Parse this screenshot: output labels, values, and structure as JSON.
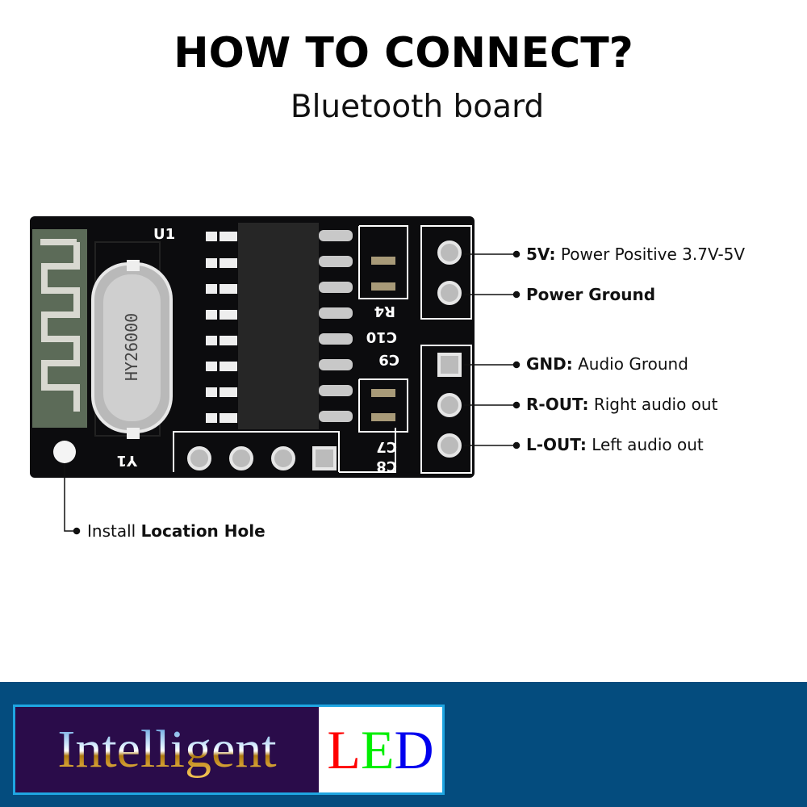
{
  "header": {
    "title": "HOW TO CONNECT?",
    "subtitle": "Bluetooth board"
  },
  "callouts": [
    {
      "bold": "5V:",
      "text": " Power Positive 3.7V-5V"
    },
    {
      "bold": "Power Ground",
      "text": ""
    },
    {
      "bold": "GND:",
      "text": " Audio Ground"
    },
    {
      "bold": "R-OUT:",
      "text": " Right audio out"
    },
    {
      "bold": "L-OUT:",
      "text": " Left audio out"
    }
  ],
  "install": {
    "prefix": "Install ",
    "bold": "Location Hole"
  },
  "board_markings": {
    "u1": "U1",
    "y1": "Y1",
    "crystal": "HY26000",
    "r4": "R4",
    "c10": "C10",
    "c9": "C9",
    "c7": "C7",
    "c8": "C8"
  },
  "logo": {
    "word1": "Intelligent",
    "l": "L",
    "e": "E",
    "d": "D",
    "colors": {
      "l": "#ff0000",
      "e": "#00ee00",
      "d": "#0000ee",
      "border": "#1fa6e2",
      "band": "#044c7e"
    }
  }
}
